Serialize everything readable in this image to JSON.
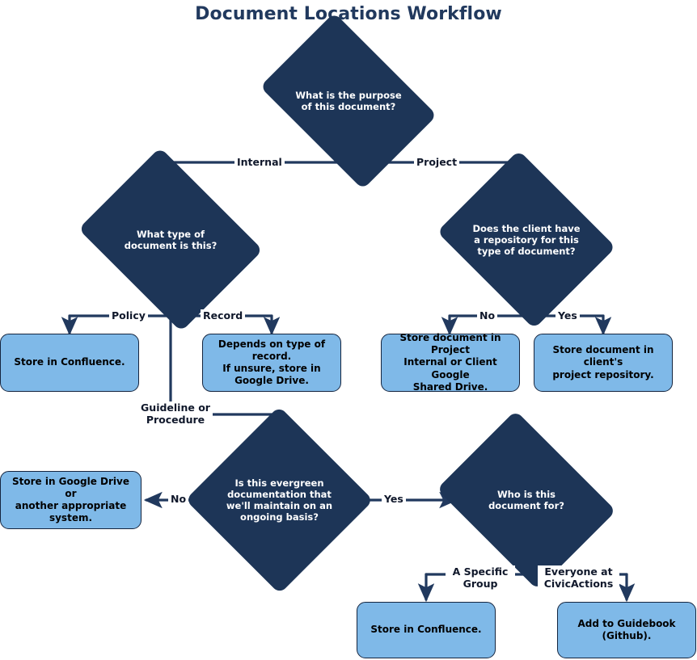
{
  "title": "Document Locations Workflow",
  "colors": {
    "decision_fill": "#1d3557",
    "decision_text": "#ffffff",
    "process_fill": "#7fb9e8",
    "process_stroke": "#15253f",
    "process_text": "#000000",
    "edge_stroke": "#21395e",
    "edge_label_text": "#10182b",
    "title_text": "#21395e",
    "background": "#ffffff"
  },
  "nodes": {
    "purpose": {
      "type": "decision",
      "label": "What is the purpose\nof this document?"
    },
    "internal_type": {
      "type": "decision",
      "label": "What type of\ndocument is this?"
    },
    "client_repo": {
      "type": "decision",
      "label": "Does the client have\na repository for this\ntype of document?"
    },
    "evergreen": {
      "type": "decision",
      "label": "Is this evergreen\ndocumentation that\nwe'll maintain on an\nongoing basis?"
    },
    "audience": {
      "type": "decision",
      "label": "Who is this\ndocument for?"
    },
    "policy_result": {
      "type": "process",
      "label": "Store in Confluence."
    },
    "record_result": {
      "type": "process",
      "label": "Depends on type of record.\nIf unsure, store in\nGoogle Drive."
    },
    "no_client_repo_result": {
      "type": "process",
      "label": "Store document in Project\nInternal or Client Google\nShared Drive."
    },
    "yes_client_repo_result": {
      "type": "process",
      "label": "Store document in client's\nproject repository."
    },
    "not_evergreen_result": {
      "type": "process",
      "label": "Store in Google Drive or\nanother appropriate system."
    },
    "specific_group_result": {
      "type": "process",
      "label": "Store in Confluence."
    },
    "everyone_result": {
      "type": "process",
      "label": "Add to Guidebook (Github)."
    }
  },
  "edge_labels": {
    "internal": "Internal",
    "project": "Project",
    "policy": "Policy",
    "record": "Record",
    "guideline_or_procedure": "Guideline or\nProcedure",
    "no_repo": "No",
    "yes_repo": "Yes",
    "no_evergreen": "No",
    "yes_evergreen": "Yes",
    "specific_group": "A Specific\nGroup",
    "everyone": "Everyone at\nCivicActions"
  },
  "chart_data": {
    "type": "diagram",
    "diagram_type": "flowchart",
    "title": "Document Locations Workflow",
    "direction": "top-down",
    "nodes": [
      {
        "id": "purpose",
        "shape": "diamond",
        "text": "What is the purpose of this document?"
      },
      {
        "id": "internal_type",
        "shape": "diamond",
        "text": "What type of document is this?"
      },
      {
        "id": "client_repo",
        "shape": "diamond",
        "text": "Does the client have a repository for this type of document?"
      },
      {
        "id": "evergreen",
        "shape": "diamond",
        "text": "Is this evergreen documentation that we'll maintain on an ongoing basis?"
      },
      {
        "id": "audience",
        "shape": "diamond",
        "text": "Who is this document for?"
      },
      {
        "id": "policy_result",
        "shape": "rounded-rect",
        "text": "Store in Confluence."
      },
      {
        "id": "record_result",
        "shape": "rounded-rect",
        "text": "Depends on type of record. If unsure, store in Google Drive."
      },
      {
        "id": "no_client_repo_result",
        "shape": "rounded-rect",
        "text": "Store document in Project Internal or Client Google Shared Drive."
      },
      {
        "id": "yes_client_repo_result",
        "shape": "rounded-rect",
        "text": "Store document in client's project repository."
      },
      {
        "id": "not_evergreen_result",
        "shape": "rounded-rect",
        "text": "Store in Google Drive or another appropriate system."
      },
      {
        "id": "specific_group_result",
        "shape": "rounded-rect",
        "text": "Store in Confluence."
      },
      {
        "id": "everyone_result",
        "shape": "rounded-rect",
        "text": "Add to Guidebook (Github)."
      }
    ],
    "edges": [
      {
        "from": "purpose",
        "to": "internal_type",
        "label": "Internal"
      },
      {
        "from": "purpose",
        "to": "client_repo",
        "label": "Project"
      },
      {
        "from": "internal_type",
        "to": "policy_result",
        "label": "Policy"
      },
      {
        "from": "internal_type",
        "to": "record_result",
        "label": "Record"
      },
      {
        "from": "internal_type",
        "to": "evergreen",
        "label": "Guideline or Procedure"
      },
      {
        "from": "client_repo",
        "to": "no_client_repo_result",
        "label": "No"
      },
      {
        "from": "client_repo",
        "to": "yes_client_repo_result",
        "label": "Yes"
      },
      {
        "from": "evergreen",
        "to": "not_evergreen_result",
        "label": "No"
      },
      {
        "from": "evergreen",
        "to": "audience",
        "label": "Yes"
      },
      {
        "from": "audience",
        "to": "specific_group_result",
        "label": "A Specific Group"
      },
      {
        "from": "audience",
        "to": "everyone_result",
        "label": "Everyone at CivicActions"
      }
    ]
  }
}
